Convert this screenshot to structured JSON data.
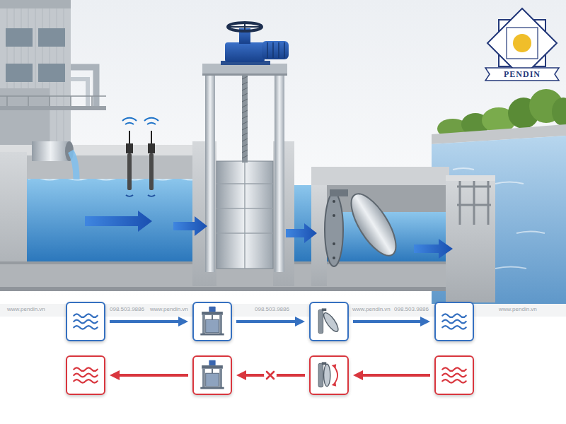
{
  "diagram": {
    "nodes": [
      {
        "text": []
      },
      {
        "text": []
      },
      {
        "text": []
      },
      {
        "text": []
      },
      {
        "text": []
      },
      {
        "text": []
      },
      {
        "text": []
      },
      {
        "text": []
      }
    ],
    "edges": [
      {
        "from": 0,
        "to": 1,
        "arrow": "to"
      },
      {
        "from": 1,
        "to": 2,
        "arrow": "to"
      },
      {
        "from": 2,
        "to": 3,
        "arrow": "to"
      },
      {
        "from": 7,
        "to": 6,
        "arrow": "to"
      },
      {
        "from": 6,
        "to": 5,
        "arrow": "to"
      },
      {
        "from": 5,
        "to": 4,
        "arrow": "to"
      }
    ],
    "labels": [
      "PENDIN",
      "www.pendin.vn",
      "098.503.9886",
      "www.pendin.vn",
      "098.503.9886",
      "www.pendin.vn",
      "098.503.9886",
      "www.pendin.vn"
    ]
  }
}
